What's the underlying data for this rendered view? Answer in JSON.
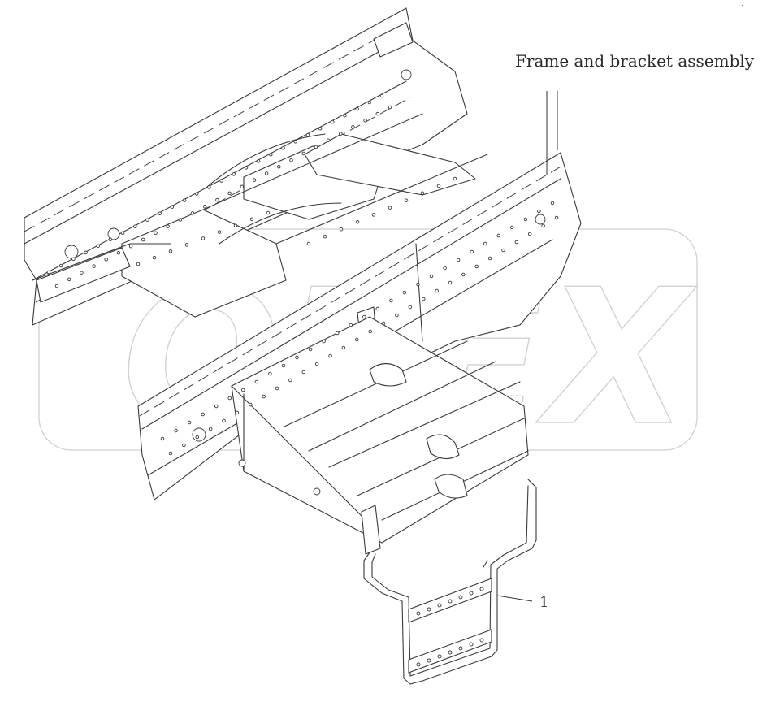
{
  "diagram": {
    "corner_mark": "• ···",
    "watermark": "OPEX",
    "labels": [
      {
        "id": "frame",
        "text": "Frame and bracket assembly"
      },
      {
        "id": "part-1",
        "text": "1"
      }
    ]
  }
}
